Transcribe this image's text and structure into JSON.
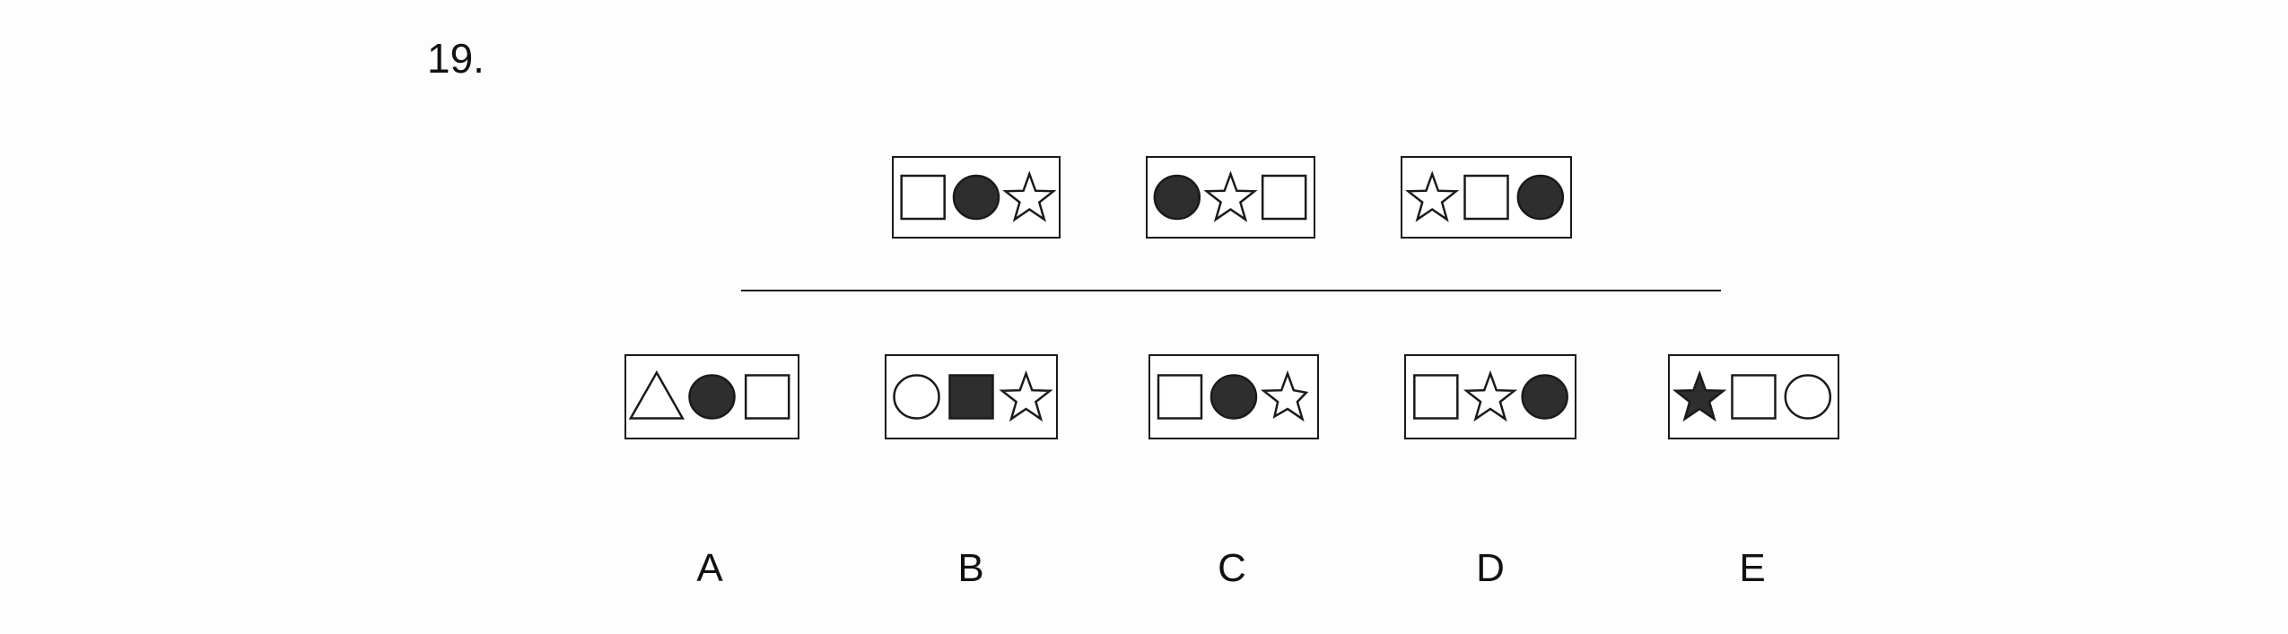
{
  "question": {
    "number": "19."
  },
  "examples": [
    {
      "shapes": [
        "square-outline",
        "circle-filled",
        "star-outline"
      ]
    },
    {
      "shapes": [
        "circle-filled",
        "star-outline",
        "square-outline"
      ]
    },
    {
      "shapes": [
        "star-outline",
        "square-outline",
        "circle-filled"
      ]
    }
  ],
  "options": [
    {
      "label": "A",
      "shapes": [
        "triangle-outline",
        "circle-filled",
        "square-outline"
      ]
    },
    {
      "label": "B",
      "shapes": [
        "circle-outline",
        "square-filled",
        "star-outline"
      ]
    },
    {
      "label": "C",
      "shapes": [
        "square-outline",
        "circle-filled",
        "star-outline-irregular"
      ]
    },
    {
      "label": "D",
      "shapes": [
        "square-outline",
        "star-outline",
        "circle-filled"
      ]
    },
    {
      "label": "E",
      "shapes": [
        "star-filled",
        "square-outline",
        "circle-outline"
      ]
    }
  ],
  "colors": {
    "ink": "#1a1a1a",
    "fill": "#2e2e2e",
    "background": "#fdfdfd"
  }
}
